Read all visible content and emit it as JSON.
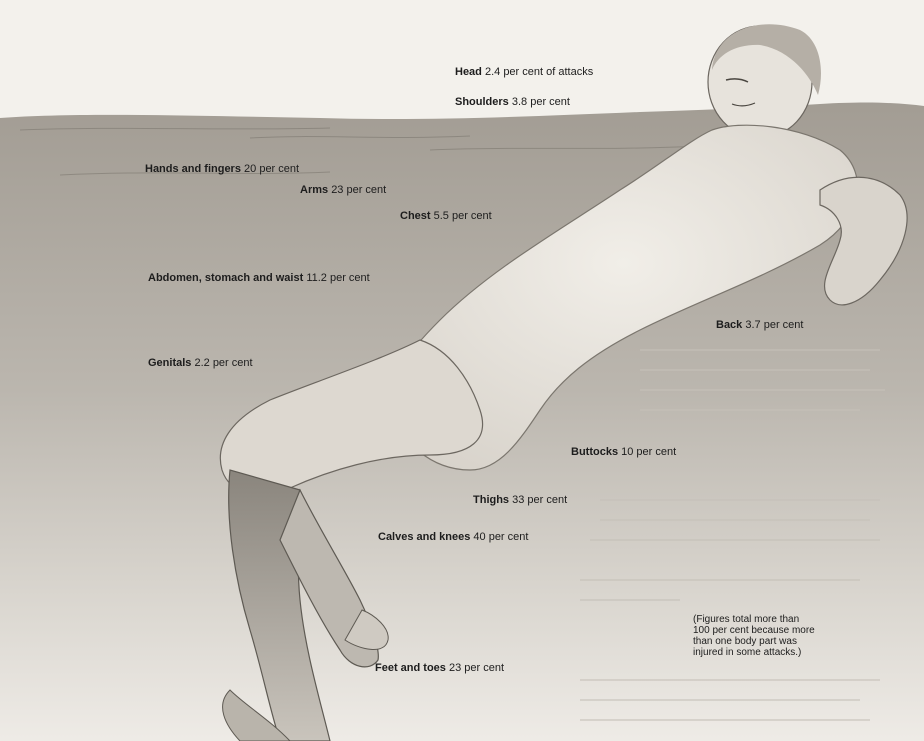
{
  "labels": [
    {
      "id": "head",
      "name": "Head",
      "value": "2.4 per cent of attacks"
    },
    {
      "id": "shoulders",
      "name": "Shoulders",
      "value": "3.8 per cent"
    },
    {
      "id": "hands",
      "name": "Hands and fingers",
      "value": "20 per cent"
    },
    {
      "id": "arms",
      "name": "Arms",
      "value": "23 per cent"
    },
    {
      "id": "chest",
      "name": "Chest",
      "value": "5.5 per cent"
    },
    {
      "id": "abdomen",
      "name": "Abdomen, stomach and waist",
      "value": "11.2 per cent"
    },
    {
      "id": "back",
      "name": "Back",
      "value": "3.7 per cent"
    },
    {
      "id": "genitals",
      "name": "Genitals",
      "value": "2.2 per cent"
    },
    {
      "id": "buttocks",
      "name": "Buttocks",
      "value": "10 per cent"
    },
    {
      "id": "thighs",
      "name": "Thighs",
      "value": "33 per cent"
    },
    {
      "id": "calves",
      "name": "Calves and knees",
      "value": "40 per cent"
    },
    {
      "id": "feet",
      "name": "Feet and toes",
      "value": "23 per cent"
    }
  ],
  "footnote": "(Figures total more than\n100 per cent because more\nthan one body part was\ninjured in some attacks.)",
  "colors": {
    "paper": "#f3f1ec",
    "water": "#a9a39a",
    "water_deep": "#6f6a63",
    "skin": "#e9e5de",
    "ink": "#1d1d1d"
  }
}
